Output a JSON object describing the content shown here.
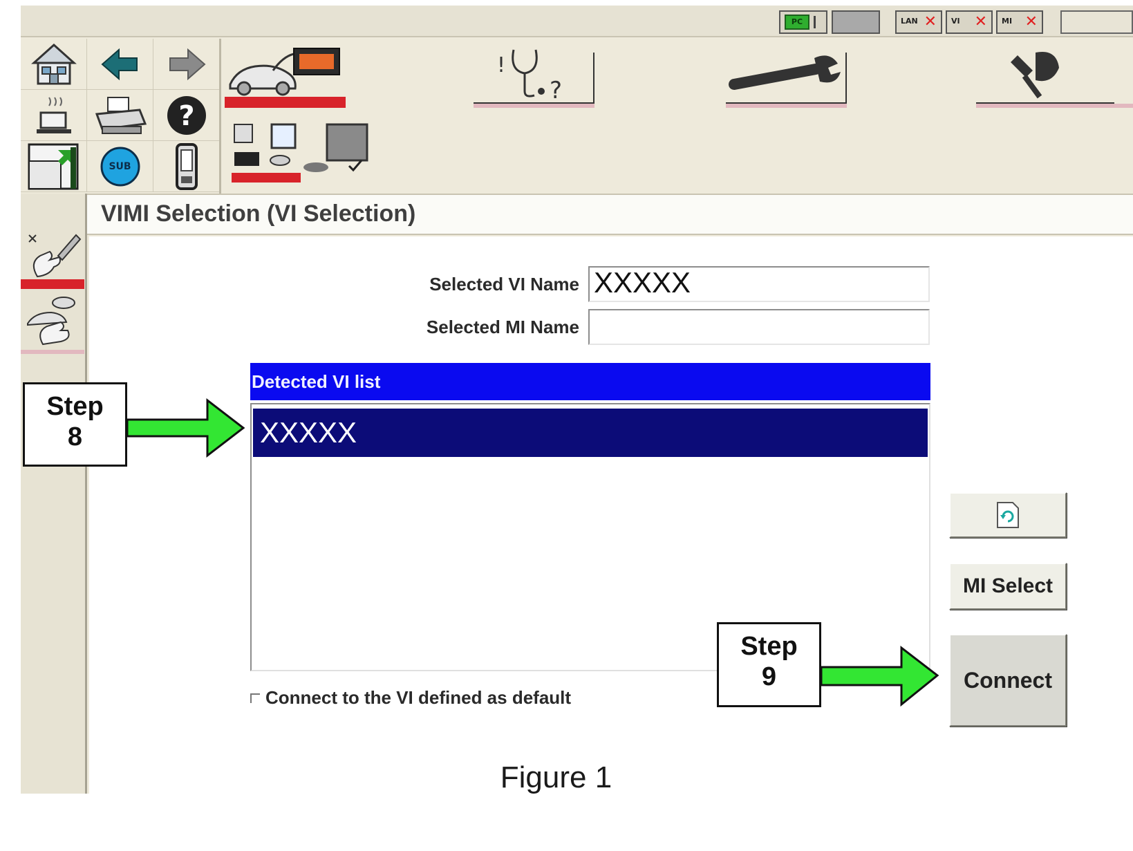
{
  "status_bar": {
    "pc_label": "PC",
    "lan_label": "LAN",
    "vi_label": "VI",
    "mi_label": "MI",
    "x_mark": "✕"
  },
  "toolbar": {
    "sub_label": "SUB",
    "help_label": "?"
  },
  "title": "VIMI Selection (VI Selection)",
  "form": {
    "vi_name_label": "Selected VI Name",
    "vi_name_value": "XXXXX",
    "mi_name_label": "Selected MI Name",
    "mi_name_value": ""
  },
  "list": {
    "header": "Detected VI list",
    "items": [
      "XXXXX"
    ]
  },
  "checkbox_label": "Connect to the VI defined as default",
  "buttons": {
    "mi_select": "MI Select",
    "connect": "Connect"
  },
  "annotations": {
    "step8_line1": "Step",
    "step8_line2": "8",
    "step9_line1": "Step",
    "step9_line2": "9",
    "arrow_color": "#33e633"
  },
  "caption": "Figure 1",
  "colors": {
    "list_header": "#0a0af0",
    "selected_row": "#0c0c78",
    "active_tab": "#d8232a"
  }
}
